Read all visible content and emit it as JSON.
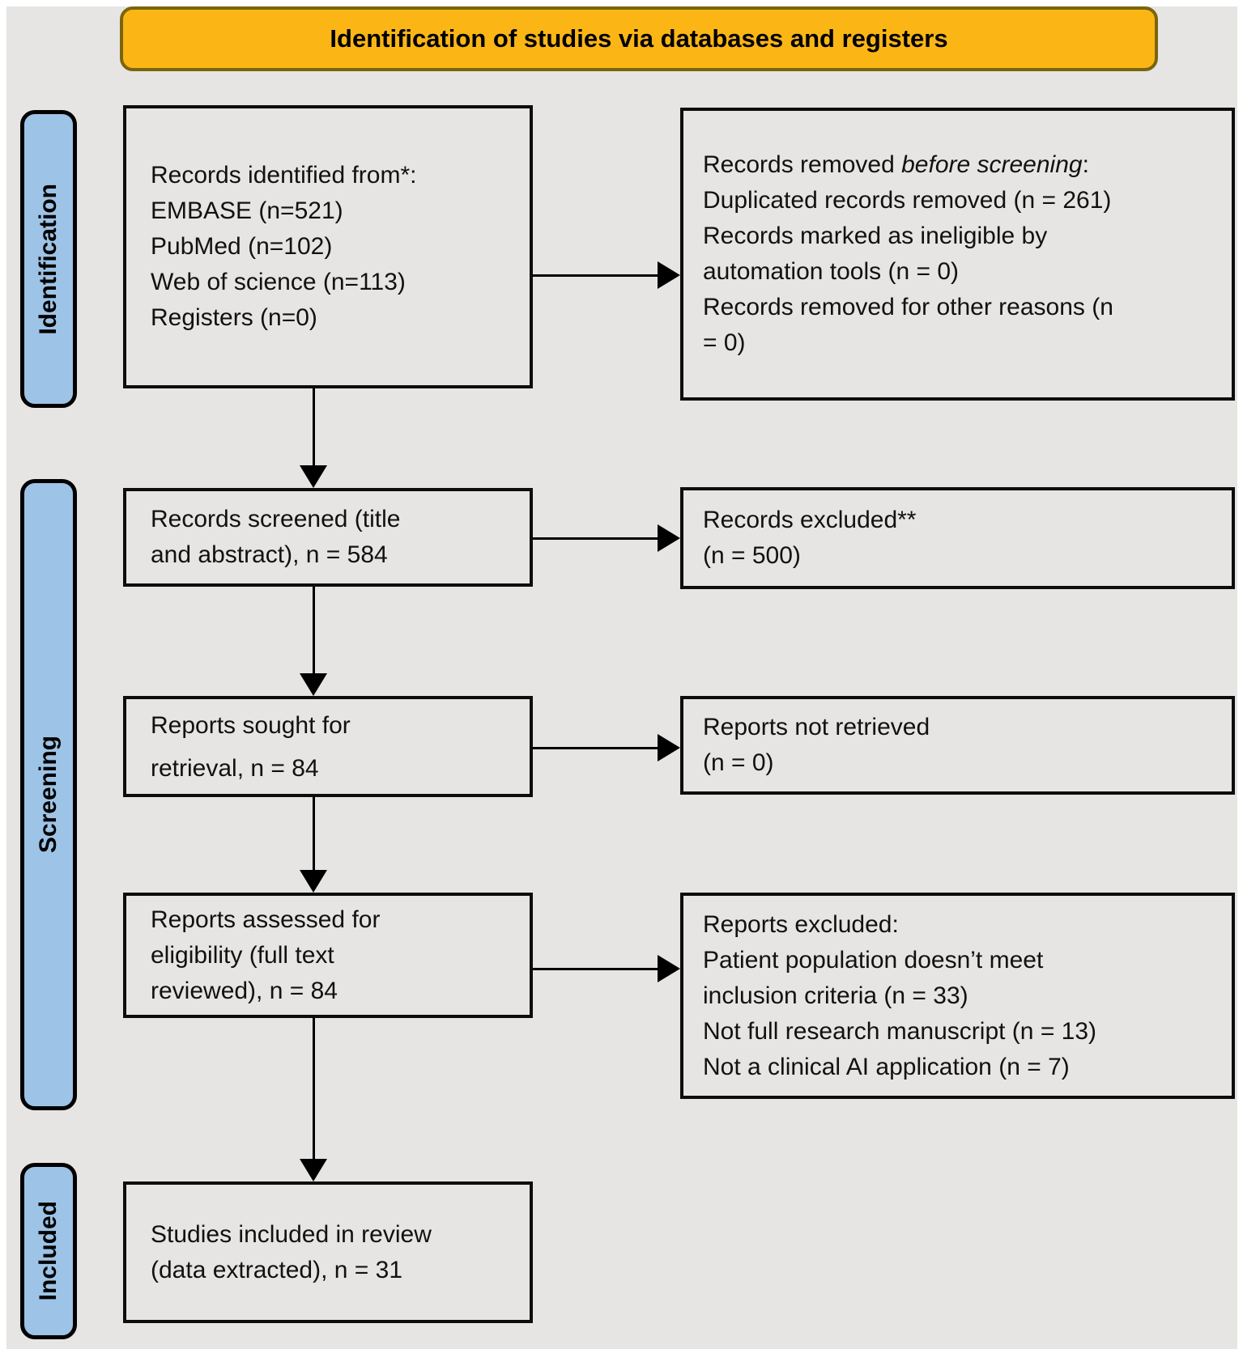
{
  "banner": {
    "title": "Identification of studies via databases and registers"
  },
  "sidebar": {
    "identification_label": "Identification",
    "screening_label": "Screening",
    "included_label": "Included"
  },
  "boxes": {
    "identified": {
      "lines": [
        "Records identified from*:",
        "EMBASE (n=521)",
        "PubMed (n=102)",
        "Web of science (n=113)",
        "Registers (n=0)"
      ]
    },
    "removed": {
      "heading_prefix": "Records removed ",
      "heading_italic": "before screening",
      "heading_suffix": ":",
      "lines": [
        "Duplicated records removed (n = 261)",
        "Records marked as ineligible by",
        "automation tools (n = 0)",
        "Records removed for other reasons (n",
        "= 0)"
      ]
    },
    "screened": {
      "lines": [
        "Records screened (title",
        "and abstract), n = 584"
      ]
    },
    "records_excluded": {
      "lines": [
        "Records excluded**",
        "(n = 500)"
      ]
    },
    "sought": {
      "lines": [
        "Reports sought for",
        "retrieval, n = 84"
      ]
    },
    "not_retrieved": {
      "lines": [
        "Reports not retrieved",
        "(n = 0)"
      ]
    },
    "assessed": {
      "lines": [
        "Reports assessed for",
        "eligibility (full text",
        "reviewed), n = 84"
      ]
    },
    "reports_excluded": {
      "lines": [
        "Reports excluded:",
        "Patient population doesn’t meet",
        "inclusion criteria (n = 33)",
        "Not full research manuscript (n = 13)",
        "Not a clinical AI application (n = 7)"
      ]
    },
    "included_studies": {
      "lines": [
        "Studies included in review",
        "(data extracted), n = 31"
      ]
    }
  },
  "colors": {
    "background": "#e6e5e3",
    "banner_fill": "#fbb616",
    "banner_border": "#7a650e",
    "stage_fill": "#9dc3e6",
    "box_border": "#0d0d0d"
  }
}
